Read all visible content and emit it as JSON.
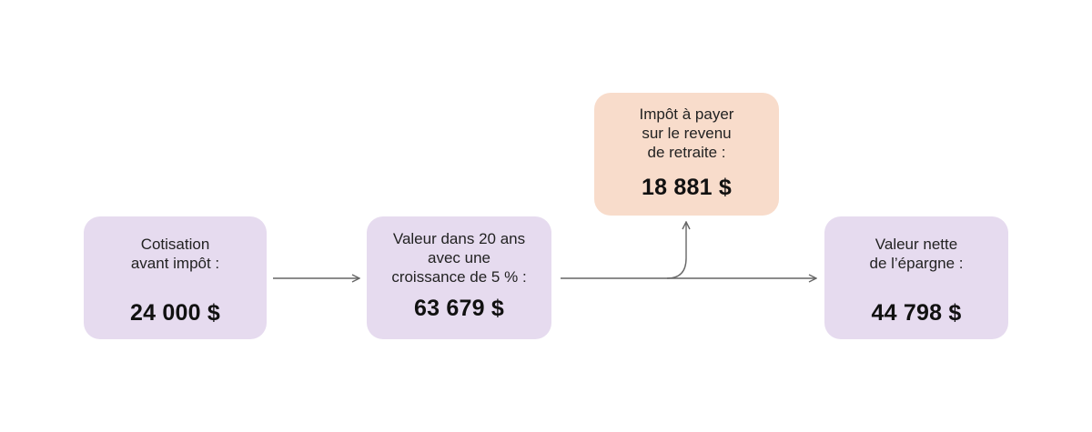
{
  "nodes": [
    {
      "label": "Cotisation\navant impôt :",
      "value": "24 000 $"
    },
    {
      "label": "Valeur dans 20 ans\navec une\ncroissance de 5 % :",
      "value": "63 679 $"
    },
    {
      "label": "Impôt à payer\nsur le revenu\nde retraite :",
      "value": "18 881 $"
    },
    {
      "label": "Valeur nette\nde l’épargne :",
      "value": "44 798 $"
    }
  ],
  "colors": {
    "contribution_box": "#e6dbef",
    "tax_box": "#f8dccb",
    "arrow": "#666666"
  }
}
